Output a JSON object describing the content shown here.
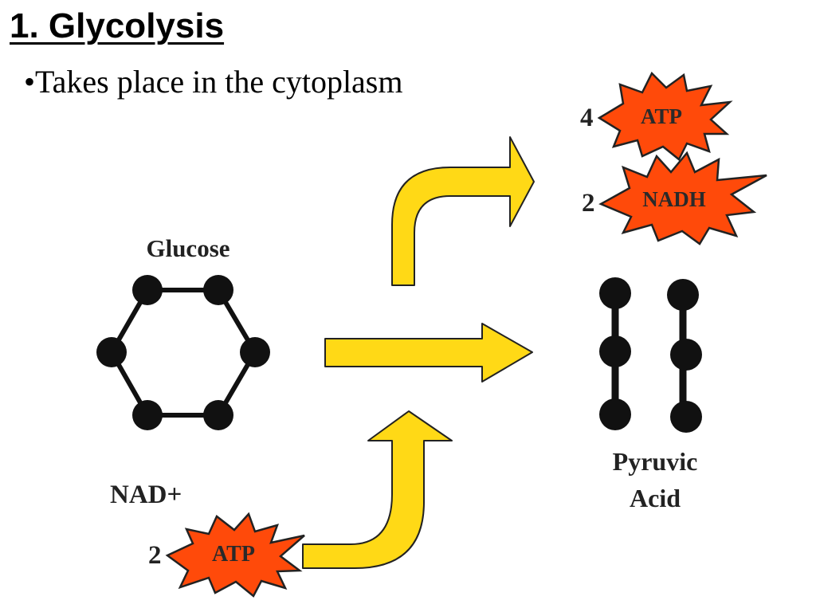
{
  "slide": {
    "title": "1.  Glycolysis",
    "bullet": "•Takes place in the cytoplasm"
  },
  "diagram": {
    "input_label": "Glucose",
    "output_label_line1": "Pyruvic",
    "output_label_line2": "Acid",
    "cofactor_label": "NAD+",
    "inputs": [
      {
        "count": "2",
        "molecule": "ATP"
      }
    ],
    "outputs": [
      {
        "count": "4",
        "molecule": "ATP"
      },
      {
        "count": "2",
        "molecule": "NADH"
      }
    ]
  },
  "colors": {
    "arrow_fill": "#FFD916",
    "burst_fill": "#FF4A0A",
    "atom": "#111111"
  }
}
